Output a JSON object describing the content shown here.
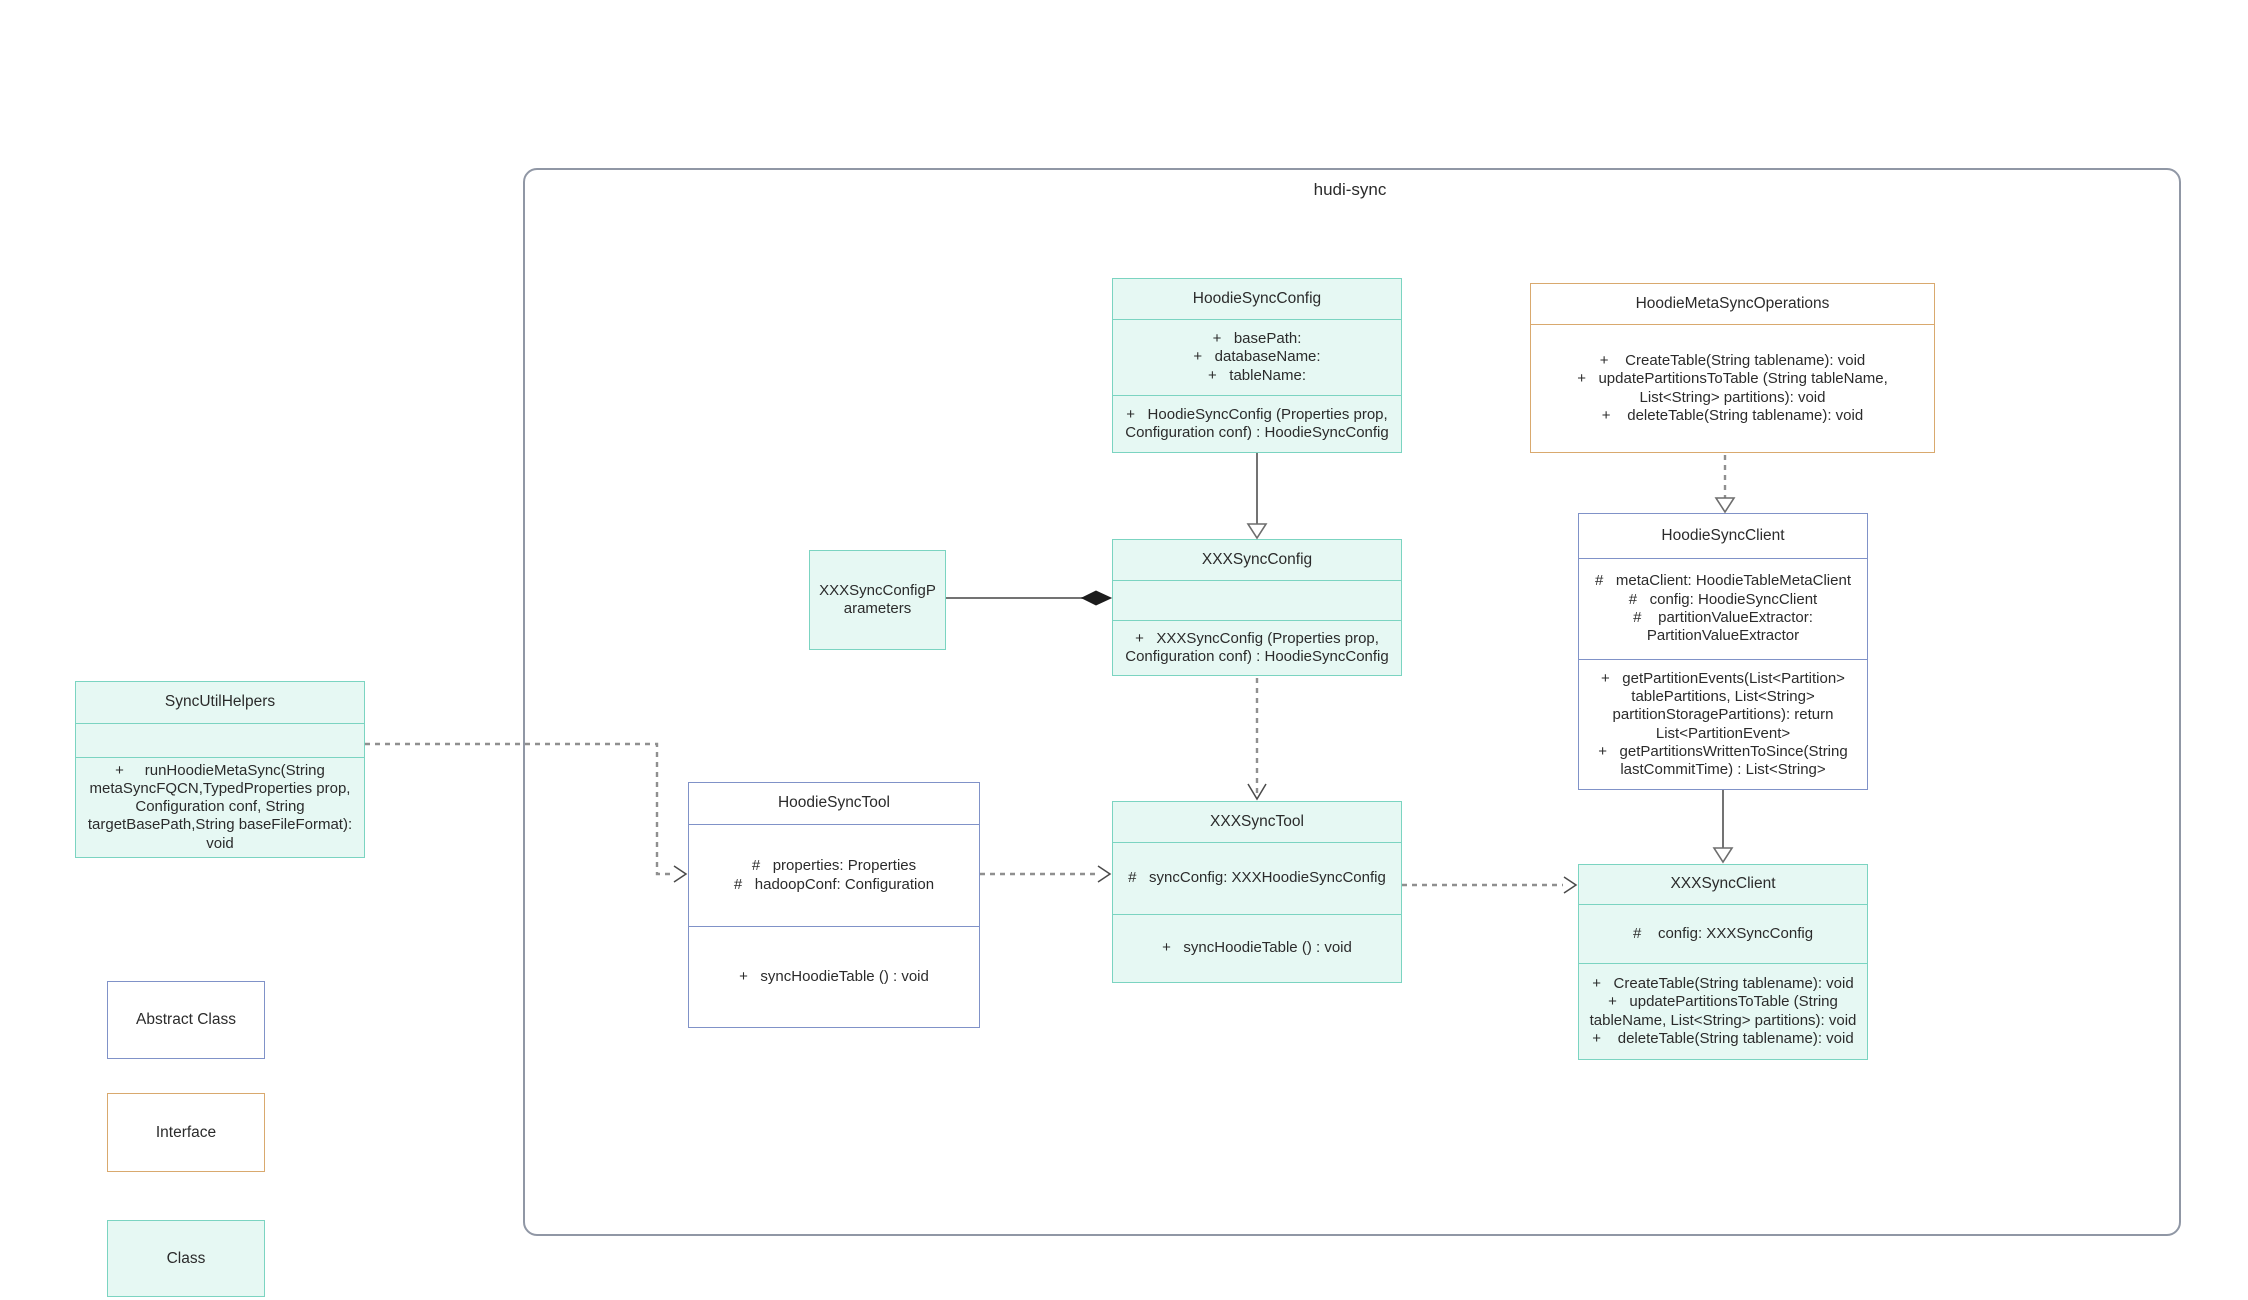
{
  "diagram": {
    "container_label": "hudi-sync",
    "colors": {
      "class_fill": "#e6f8f3",
      "class_border": "#7bd4c1",
      "abstract_border": "#8092c8",
      "interface_border": "#d9a96e",
      "container_border": "#9097a5",
      "line": "#737373",
      "text": "#2b2b2b"
    }
  },
  "classes": [
    {
      "title": "HoodieSyncConfig",
      "kind": "class",
      "attrs": [
        "+   basePath:",
        "+   databaseName:",
        "+   tableName:"
      ],
      "methods": [
        "+   HoodieSyncConfig (Properties prop, Configuration conf) : HoodieSyncConfig"
      ]
    },
    {
      "title": "HoodieMetaSyncOperations",
      "kind": "interface",
      "attrs": [],
      "methods": [
        "+    CreateTable(String tablename): void",
        "+   updatePartitionsToTable (String tableName, List<String> partitions): void",
        "+    deleteTable(String tablename): void"
      ]
    },
    {
      "title": "HoodieSyncClient",
      "kind": "abstract",
      "attrs": [
        "#   metaClient: HoodieTableMetaClient",
        "#   config: HoodieSyncClient",
        "#    partitionValueExtractor: PartitionValueExtractor"
      ],
      "methods": [
        "+   getPartitionEvents(List<Partition> tablePartitions, List<String> partitionStoragePartitions): return List<PartitionEvent>",
        "+   getPartitionsWrittenToSince(String lastCommitTime) : List<String>"
      ]
    },
    {
      "title": "XXXSyncConfigParameters",
      "kind": "class",
      "attrs": [],
      "methods": []
    },
    {
      "title": "XXXSyncConfig",
      "kind": "class",
      "attrs": [],
      "methods": [
        "+   XXXSyncConfig (Properties prop, Configuration conf) : HoodieSyncConfig"
      ]
    },
    {
      "title": "SyncUtilHelpers",
      "kind": "class",
      "attrs": [],
      "methods": [
        "+     runHoodieMetaSync(String metaSyncFQCN,TypedProperties prop, Configuration conf, String targetBasePath,String baseFileFormat): void"
      ]
    },
    {
      "title": "HoodieSyncTool",
      "kind": "abstract",
      "attrs": [
        "#   properties: Properties",
        "#   hadoopConf: Configuration"
      ],
      "methods": [
        "+   syncHoodieTable () : void"
      ]
    },
    {
      "title": "XXXSyncTool",
      "kind": "class",
      "attrs": [
        "#   syncConfig: XXXHoodieSyncConfig"
      ],
      "methods": [
        "+   syncHoodieTable () : void"
      ]
    },
    {
      "title": "XXXSyncClient",
      "kind": "class",
      "attrs": [
        "#    config: XXXSyncConfig"
      ],
      "methods": [
        "+   CreateTable(String tablename): void",
        "+   updatePartitionsToTable (String tableName, List<String> partitions): void",
        "+    deleteTable(String tablename): void"
      ]
    }
  ],
  "legend": {
    "items": [
      {
        "label": "Abstract Class",
        "kind": "abstract"
      },
      {
        "label": "Interface",
        "kind": "interface"
      },
      {
        "label": "Class",
        "kind": "class"
      }
    ]
  }
}
